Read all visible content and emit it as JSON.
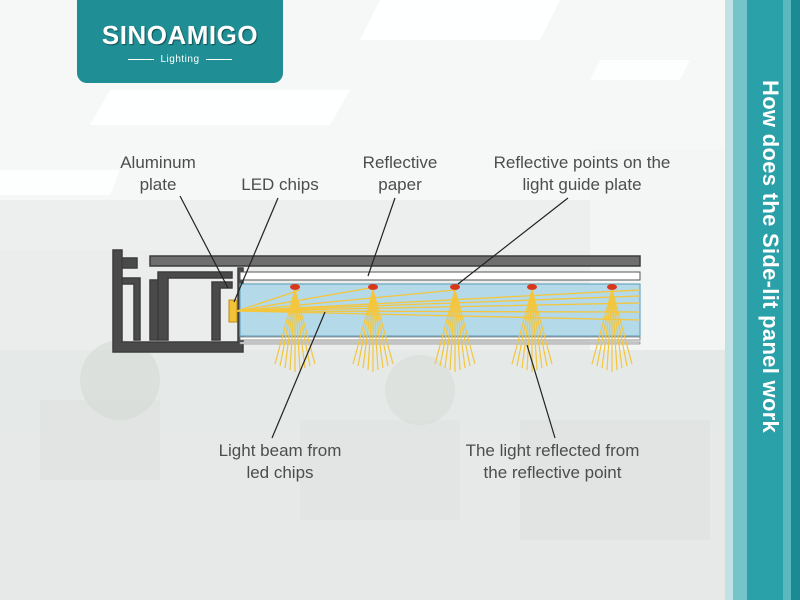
{
  "logo": {
    "name": "SINOAMIGO",
    "tagline": "Lighting"
  },
  "side_title": "How does the Side-lit panel work",
  "labels": {
    "aluminum_plate": [
      "Aluminum",
      "plate"
    ],
    "led_chips": "LED chips",
    "reflective_paper": [
      "Reflective",
      "paper"
    ],
    "reflective_points": [
      "Reflective points on the",
      "light guide plate"
    ],
    "light_beam": [
      "Light beam from",
      "led chips"
    ],
    "light_reflected": [
      "The light reflected from",
      "the reflective point"
    ]
  },
  "colors": {
    "teal": "#1f8f95",
    "light_guide": "#b4d9e8",
    "beam": "#f4c63d",
    "reflective_point": "#d9361a",
    "aluminum": "#4a4a4a"
  }
}
